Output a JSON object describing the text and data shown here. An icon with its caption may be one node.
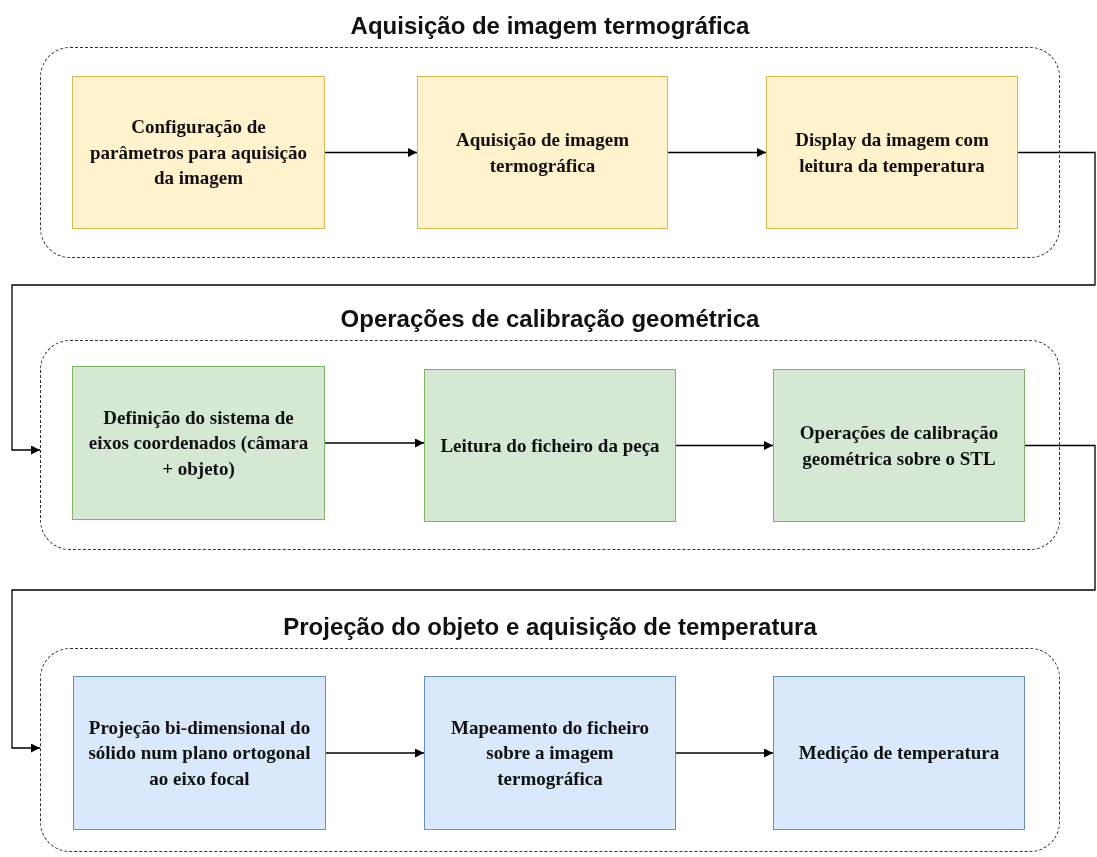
{
  "diagram": {
    "nodes": [
      {
        "text": [
          "Aquisição de imagem termográfica"
        ]
      },
      {
        "text": [
          "Configuração de parâmetros para aquisição da imagem"
        ],
        "in": 0
      },
      {
        "text": [
          "Aquisição de imagem termográfica"
        ],
        "in": 0
      },
      {
        "text": [
          "Display da imagem com leitura da temperatura"
        ],
        "in": 0
      },
      {
        "text": [
          "Operações de calibração geométrica"
        ]
      },
      {
        "text": [
          "Definição do sistema de eixos coordenados (câmara + objeto)"
        ],
        "in": 4
      },
      {
        "text": [
          "Leitura do ficheiro da peça"
        ],
        "in": 4
      },
      {
        "text": [
          "Operações de calibração geométrica sobre o STL"
        ],
        "in": 4
      },
      {
        "text": [
          "Projeção do objeto e aquisição de temperatura"
        ]
      },
      {
        "text": [
          "Projeção bi-dimensional do sólido num plano ortogonal ao eixo focal"
        ],
        "in": 8
      },
      {
        "text": [
          "Mapeamento do ficheiro sobre a imagem termográfica"
        ],
        "in": 8
      },
      {
        "text": [
          "Medição de temperatura"
        ],
        "in": 8
      }
    ],
    "edges": [
      {
        "from": 1,
        "to": 2,
        "arrow": "to"
      },
      {
        "from": 2,
        "to": 3,
        "arrow": "to"
      },
      {
        "from": 3,
        "to": 4,
        "arrow": "to"
      },
      {
        "from": 5,
        "to": 6,
        "arrow": "to"
      },
      {
        "from": 6,
        "to": 7,
        "arrow": "to"
      },
      {
        "from": 7,
        "to": 8,
        "arrow": "to"
      },
      {
        "from": 9,
        "to": 10,
        "arrow": "to"
      },
      {
        "from": 10,
        "to": 11,
        "arrow": "to"
      }
    ]
  }
}
